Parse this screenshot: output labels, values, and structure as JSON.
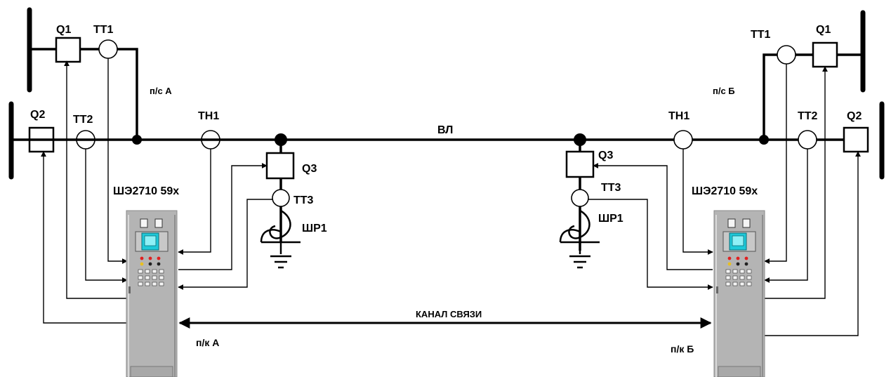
{
  "labels": {
    "q1": "Q1",
    "q2": "Q2",
    "q3": "Q3",
    "tt1": "TT1",
    "tt2": "TT2",
    "tt3": "TT3",
    "tn1": "TH1",
    "shr1": "ШР1",
    "substation_a": "п/с  А",
    "substation_b": "п/с  Б",
    "line": "ВЛ",
    "cabinet": "ШЭ2710 59х",
    "channel": "КАНАЛ СВЯЗИ",
    "station_a": "п/к  А",
    "station_b": "п/к  Б"
  },
  "colors": {
    "line": "#000000",
    "cabinet_body": "#b4b4b4",
    "screen": "#1ec8d8",
    "led_red": "#e02020",
    "led_yellow": "#e8c020",
    "led_black": "#202020"
  }
}
